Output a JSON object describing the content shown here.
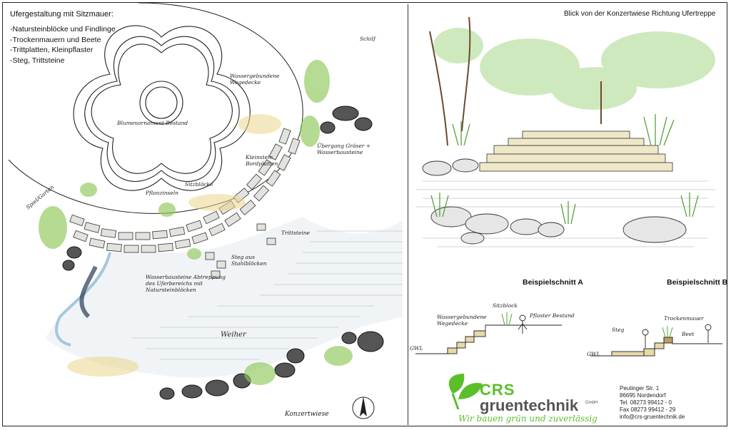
{
  "plan": {
    "title": "Ufergestaltung mit Sitzmauer:",
    "items": [
      "-Natursteinblöcke und Findlinge",
      "-Trockenmauern und Beete",
      "-Trittplatten, Kleinpflaster",
      "-Steg, Trittsteine"
    ],
    "labels": {
      "blumen": "Blumenornament Bestand",
      "weg": "Wassergebundene Wegedecke",
      "schilf": "Schilf",
      "sitz": "Sitzblöcke",
      "uebergang": "Übergang Gräser + Wasserbausteine",
      "kleinpflaster": "Kleinstein Bordplatten",
      "pflanz": "Pflanzinseln",
      "tritt": "Trittsteine",
      "steg": "Steg aus Stahlblöcken",
      "treppe": "Wasserbausteine Abtreppung des Uferbereichs mit Natursteinblöcken",
      "weiher": "Weiher",
      "spiel": "Spiel/Garten",
      "konzert": "Konzertwiese"
    }
  },
  "view": {
    "title": "Blick von der Konzertwiese Richtung Ufertreppe",
    "sectionA": {
      "title": "Beispielschnitt A",
      "l1": "Wassergebundene Wegedecke",
      "l2": "Sitzblock",
      "l3": "Pflaster Bestand",
      "ww": "GWL"
    },
    "sectionB": {
      "title": "Beispielschnitt B",
      "l1": "Steg",
      "l2": "Trockenmauer",
      "l3": "Beet",
      "ww": "GWL"
    }
  },
  "company": {
    "logo_crs": "CRS",
    "logo_name": "gruentechnik",
    "logo_suffix": "GmbH",
    "slogan": "Wir bauen grün und zuverlässig",
    "address": [
      "Peutinger Str. 1",
      "86695 Nordendorf",
      "Tel. 08273 99412 - 0",
      "Fax 08273 99412 - 29",
      "info@crs-gruentechnik.de"
    ]
  },
  "colors": {
    "green": "#5bbf2a",
    "gray": "#555555",
    "water": "#6fa8cf"
  }
}
